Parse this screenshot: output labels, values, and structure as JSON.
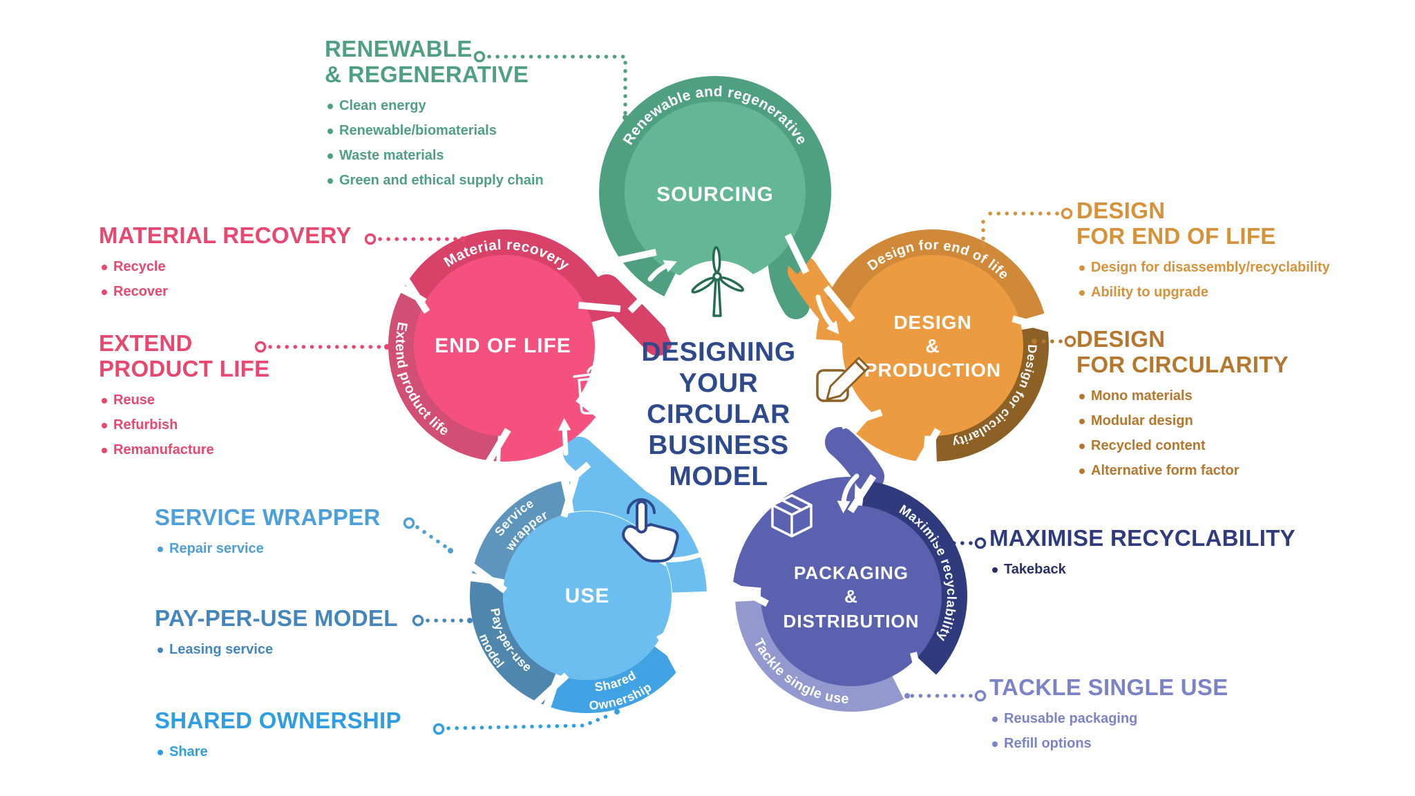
{
  "title": {
    "lines": [
      "DESIGNING",
      "YOUR",
      "CIRCULAR",
      "BUSINESS",
      "MODEL"
    ]
  },
  "colors": {
    "green": "#4FA081",
    "green_inner": "#63B795",
    "green_dark": "#266B52",
    "pink": "#E8476F",
    "pink_inner": "#F4517E",
    "pink_ring": "#D84268",
    "pink_ring2": "#D14E74",
    "orange": "#D6913B",
    "orange_inner": "#EC9B40",
    "orange_ring": "#D08938",
    "brown": "#B5772E",
    "brown_ring": "#8D6126",
    "navy": "#2F3B7C",
    "navy_dark": "#272F66",
    "purple_inner": "#5A61AE",
    "lavender": "#7B82C6",
    "lavender_ring": "#9399CE",
    "sky": "#4D9FD9",
    "steel": "#4486BC",
    "azure": "#2F9DE2",
    "sw_ring": "#5E95BD",
    "ppu_ring": "#4E86AE",
    "so_ring": "#41A3E3",
    "use_inner": "#6CBEF0",
    "title": "#2E4A8C",
    "white": "#FFFFFF"
  },
  "circles": {
    "sourcing": {
      "label": "SOURCING",
      "arc": "Renewable and regenerative"
    },
    "end_of_life": {
      "label": "END OF LIFE",
      "arc_material": "Material recovery",
      "arc_extend": "Extend product life"
    },
    "design": {
      "label_lines": [
        "DESIGN",
        "&",
        "PRODUCTION"
      ],
      "arc_end_of_life": "Design for end of life",
      "arc_circularity": "Design for circularity"
    },
    "use": {
      "label": "USE",
      "arc_service": [
        "Service",
        "wrapper"
      ],
      "arc_payperuse": [
        "Pay-per-use",
        "model"
      ],
      "arc_shared": [
        "Shared",
        "Ownership"
      ]
    },
    "packaging": {
      "label_lines": [
        "PACKAGING",
        "&",
        "DISTRIBUTION"
      ],
      "arc_maximise": "Maximise recyclability",
      "arc_tackle": "Tackle single use"
    }
  },
  "callouts": {
    "renewable": {
      "heading_lines": [
        "RENEWABLE",
        "& REGENERATIVE"
      ],
      "bullets": [
        "Clean energy",
        "Renewable/biomaterials",
        "Waste materials",
        "Green and ethical supply chain"
      ]
    },
    "material_recovery": {
      "heading_lines": [
        "MATERIAL RECOVERY"
      ],
      "bullets": [
        "Recycle",
        "Recover"
      ]
    },
    "extend_product_life": {
      "heading_lines": [
        "EXTEND",
        "PRODUCT LIFE"
      ],
      "bullets": [
        "Reuse",
        "Refurbish",
        "Remanufacture"
      ]
    },
    "service_wrapper": {
      "heading_lines": [
        "SERVICE WRAPPER"
      ],
      "bullets": [
        "Repair service"
      ]
    },
    "pay_per_use": {
      "heading_lines": [
        "PAY-PER-USE MODEL"
      ],
      "bullets": [
        "Leasing service"
      ]
    },
    "shared_ownership": {
      "heading_lines": [
        "SHARED OWNERSHIP"
      ],
      "bullets": [
        "Share"
      ]
    },
    "design_for_end_of_life": {
      "heading_lines": [
        "DESIGN",
        "FOR END OF LIFE"
      ],
      "bullets": [
        "Design for disassembly/recyclability",
        "Ability to upgrade"
      ]
    },
    "design_for_circularity": {
      "heading_lines": [
        "DESIGN",
        "FOR CIRCULARITY"
      ],
      "bullets": [
        "Mono materials",
        "Modular design",
        "Recycled content",
        "Alternative form factor"
      ]
    },
    "maximise_recyclability": {
      "heading_lines": [
        "MAXIMISE RECYCLABILITY"
      ],
      "bullets": [
        "Takeback"
      ]
    },
    "tackle_single_use": {
      "heading_lines": [
        "TACKLE SINGLE USE"
      ],
      "bullets": [
        "Reusable packaging",
        "Refill options"
      ]
    }
  },
  "icons": {
    "sourcing": "wind-turbine-icon",
    "design": "pencil-edit-icon",
    "end_of_life": "trash-bin-icon",
    "use": "tap-hand-icon",
    "packaging": "package-box-icon"
  }
}
